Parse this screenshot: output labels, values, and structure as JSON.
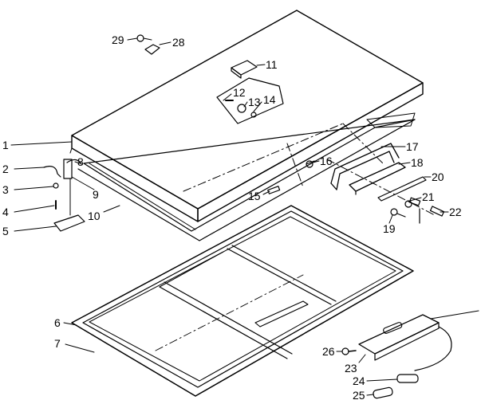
{
  "callouts": [
    {
      "id": "1",
      "text": "1"
    },
    {
      "id": "2",
      "text": "2"
    },
    {
      "id": "3",
      "text": "3"
    },
    {
      "id": "4",
      "text": "4"
    },
    {
      "id": "5",
      "text": "5"
    },
    {
      "id": "6",
      "text": "6"
    },
    {
      "id": "7",
      "text": "7"
    },
    {
      "id": "8",
      "text": "8"
    },
    {
      "id": "9",
      "text": "9"
    },
    {
      "id": "10",
      "text": "10"
    },
    {
      "id": "11",
      "text": "11"
    },
    {
      "id": "12",
      "text": "12"
    },
    {
      "id": "13",
      "text": "13"
    },
    {
      "id": "14",
      "text": "14"
    },
    {
      "id": "15",
      "text": "15"
    },
    {
      "id": "16",
      "text": "16"
    },
    {
      "id": "17",
      "text": "17"
    },
    {
      "id": "18",
      "text": "18"
    },
    {
      "id": "19",
      "text": "19"
    },
    {
      "id": "20",
      "text": "20"
    },
    {
      "id": "21",
      "text": "21"
    },
    {
      "id": "22",
      "text": "22"
    },
    {
      "id": "23",
      "text": "23"
    },
    {
      "id": "24",
      "text": "24"
    },
    {
      "id": "25",
      "text": "25"
    },
    {
      "id": "26",
      "text": "26"
    },
    {
      "id": "28",
      "text": "28"
    },
    {
      "id": "29",
      "text": "29"
    }
  ]
}
